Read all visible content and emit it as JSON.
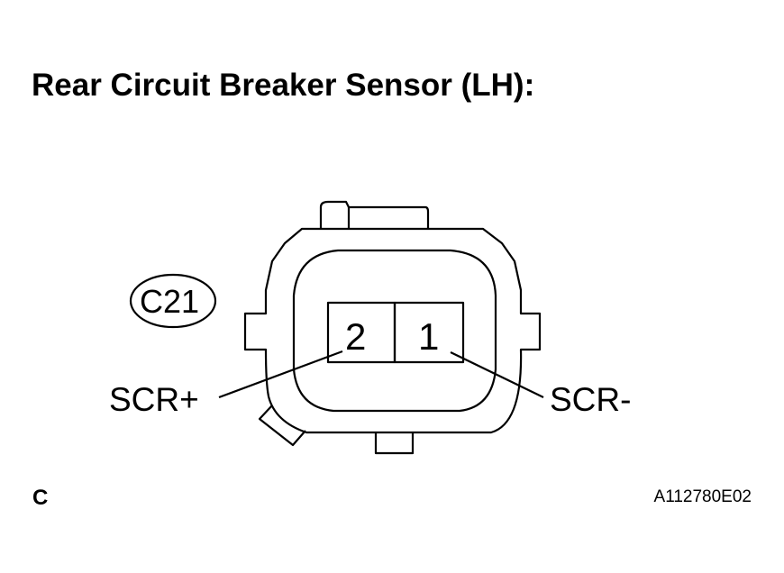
{
  "title": "Rear Circuit Breaker Sensor (LH):",
  "connector": {
    "code": "C21",
    "pins": [
      {
        "number": "2",
        "signal": "SCR+"
      },
      {
        "number": "1",
        "signal": "SCR-"
      }
    ]
  },
  "footer": {
    "left": "C",
    "right": "A112780E02"
  }
}
